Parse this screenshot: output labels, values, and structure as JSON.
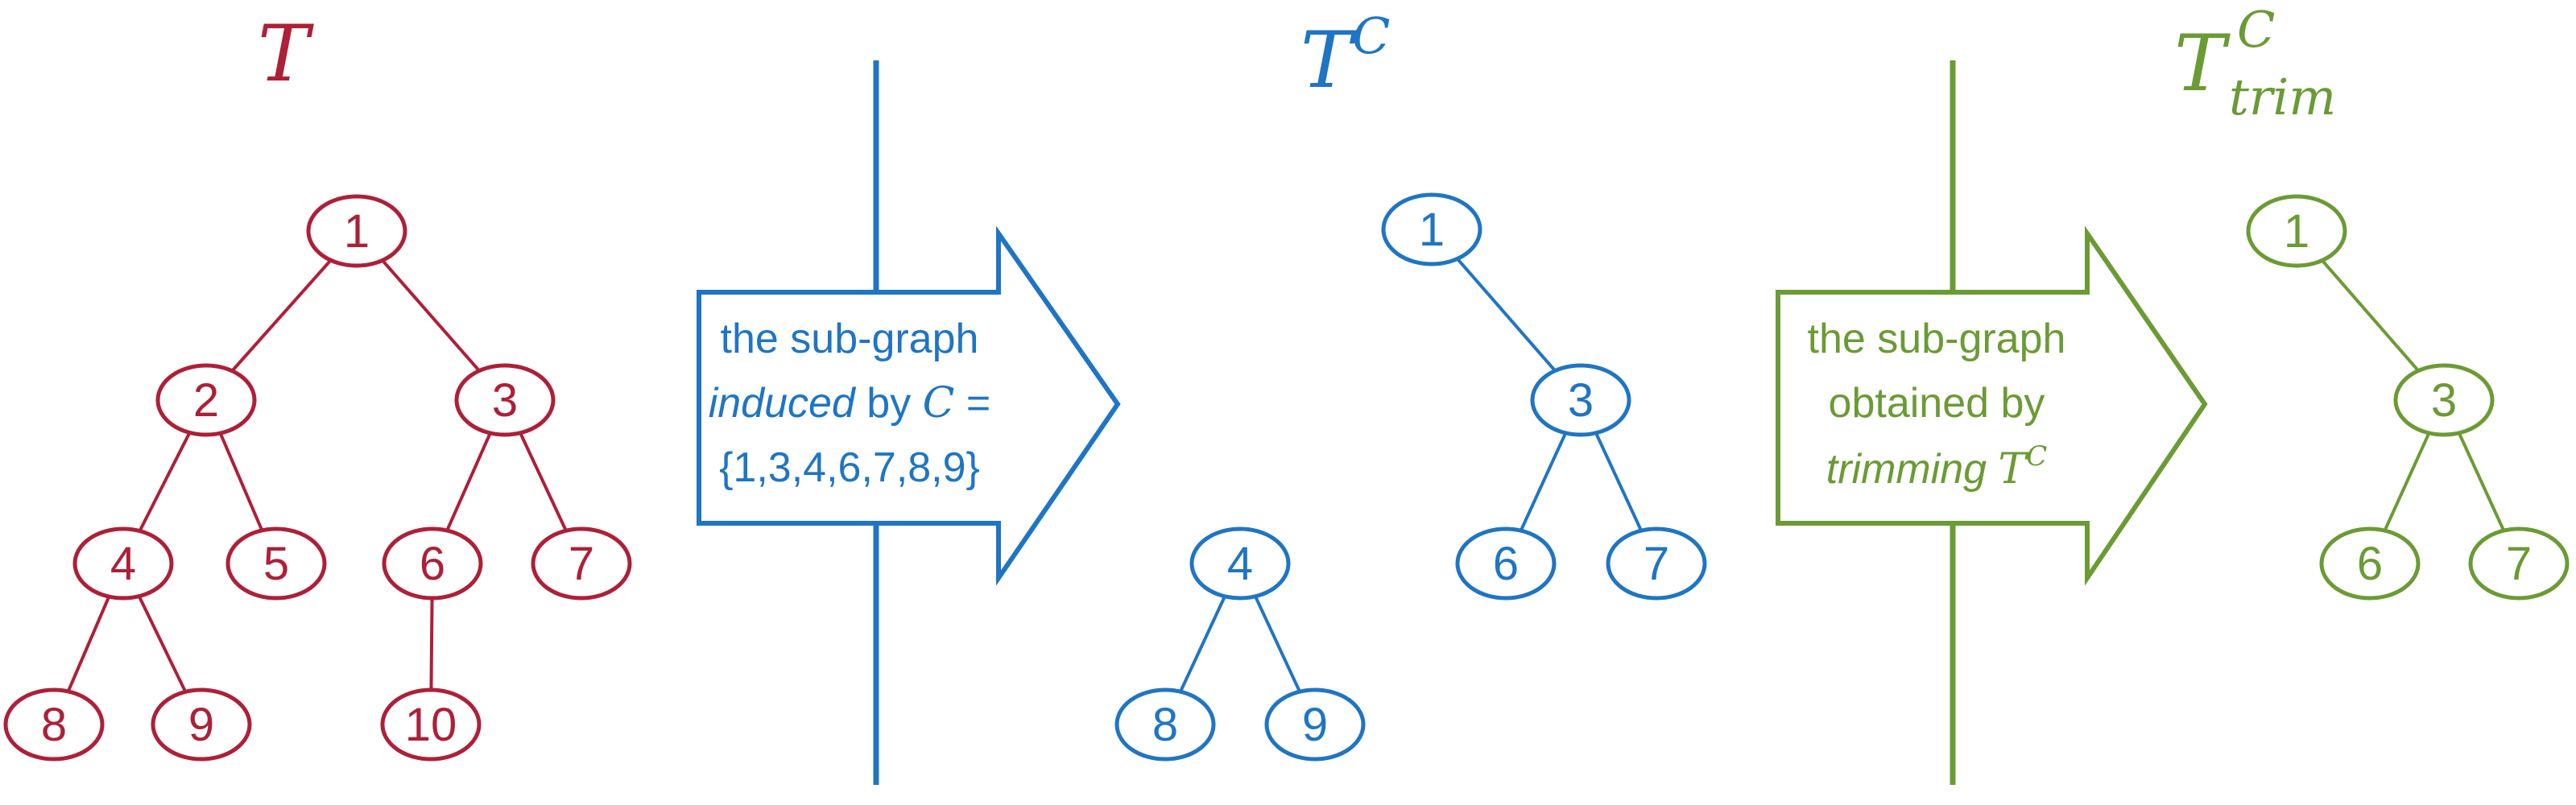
{
  "colors": {
    "red": "#AE1F38",
    "blue": "#1F75C4",
    "green": "#6B9B34"
  },
  "panels": {
    "original": {
      "title": "T",
      "nodes": [
        "1",
        "2",
        "3",
        "4",
        "5",
        "6",
        "7",
        "8",
        "9",
        "10"
      ],
      "edges": [
        [
          "1",
          "2"
        ],
        [
          "1",
          "3"
        ],
        [
          "2",
          "4"
        ],
        [
          "2",
          "5"
        ],
        [
          "3",
          "6"
        ],
        [
          "3",
          "7"
        ],
        [
          "4",
          "8"
        ],
        [
          "4",
          "9"
        ],
        [
          "6",
          "10"
        ]
      ]
    },
    "induced": {
      "title": {
        "base": "T",
        "sup": "C"
      },
      "nodes": [
        "1",
        "3",
        "6",
        "7",
        "4",
        "8",
        "9"
      ],
      "edges": [
        [
          "1",
          "3"
        ],
        [
          "3",
          "6"
        ],
        [
          "3",
          "7"
        ],
        [
          "4",
          "8"
        ],
        [
          "4",
          "9"
        ]
      ]
    },
    "trimmed": {
      "title": {
        "base": "T",
        "sup": "C",
        "sub": "trim"
      },
      "nodes": [
        "1",
        "3",
        "6",
        "7"
      ],
      "edges": [
        [
          "1",
          "3"
        ],
        [
          "3",
          "6"
        ],
        [
          "3",
          "7"
        ]
      ]
    }
  },
  "arrow_induced": {
    "line1": "the sub-graph",
    "line2_italic": "induced",
    "line2_rest": " by ",
    "line2_var": "C",
    "line2_eq": " =",
    "line3": "{1,3,4,6,7,8,9}"
  },
  "arrow_trim": {
    "line1": "the sub-graph",
    "line2": "obtained by",
    "line3_italic": "trimming",
    "line3_base": "T",
    "line3_sup": "C"
  }
}
